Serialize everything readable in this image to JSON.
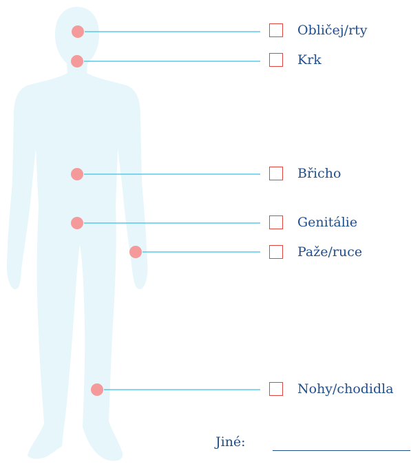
{
  "colors": {
    "silhouette": "#e6f6fb",
    "marker_dot": "#f59a9a",
    "leader_line": "#38bfe6",
    "checkbox_border": "#e2453f",
    "label_text": "#1f4e8c"
  },
  "body_parts": [
    {
      "id": "face-lips",
      "label": "Obličej/rty",
      "checked": false
    },
    {
      "id": "neck",
      "label": "Krk",
      "checked": false
    },
    {
      "id": "abdomen",
      "label": "Břicho",
      "checked": false
    },
    {
      "id": "genitals",
      "label": "Genitálie",
      "checked": false
    },
    {
      "id": "arms-hands",
      "label": "Paže/ruce",
      "checked": false
    },
    {
      "id": "legs-feet",
      "label": "Nohy/chodidla",
      "checked": false
    }
  ],
  "other": {
    "label": "Jiné:",
    "value": ""
  }
}
